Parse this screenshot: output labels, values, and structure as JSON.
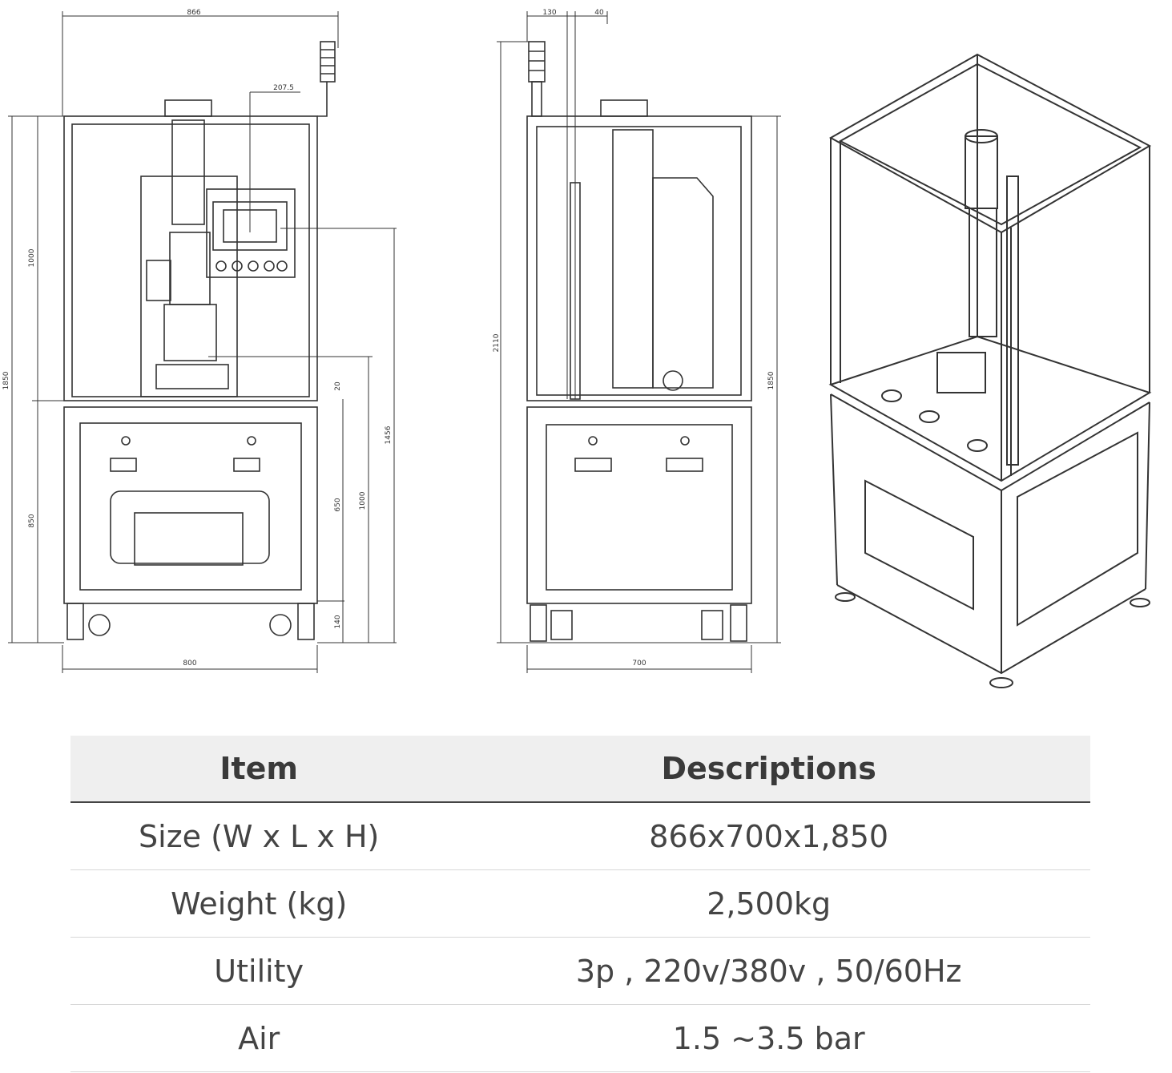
{
  "drawing": {
    "front": {
      "overall_width": "866",
      "arm_offset": "207.5",
      "overall_height": "1850",
      "upper_height": "1000",
      "lower_height": "850",
      "height_b": "650",
      "height_c": "1000",
      "height_d": "1456",
      "gap": "20",
      "foot": "140",
      "base_width": "800"
    },
    "side": {
      "top_a": "130",
      "top_b": "40",
      "total_height": "2110",
      "height": "1850",
      "depth": "700"
    }
  },
  "specs": {
    "headers": {
      "item": "Item",
      "descriptions": "Descriptions"
    },
    "rows": [
      {
        "item": "Size (W x L x H)",
        "desc": "866x700x1,850"
      },
      {
        "item": "Weight (kg)",
        "desc": "2,500kg"
      },
      {
        "item": "Utility",
        "desc": "3p , 220v/380v , 50/60Hz"
      },
      {
        "item": "Air",
        "desc": "1.5 ~3.5 bar"
      }
    ]
  }
}
